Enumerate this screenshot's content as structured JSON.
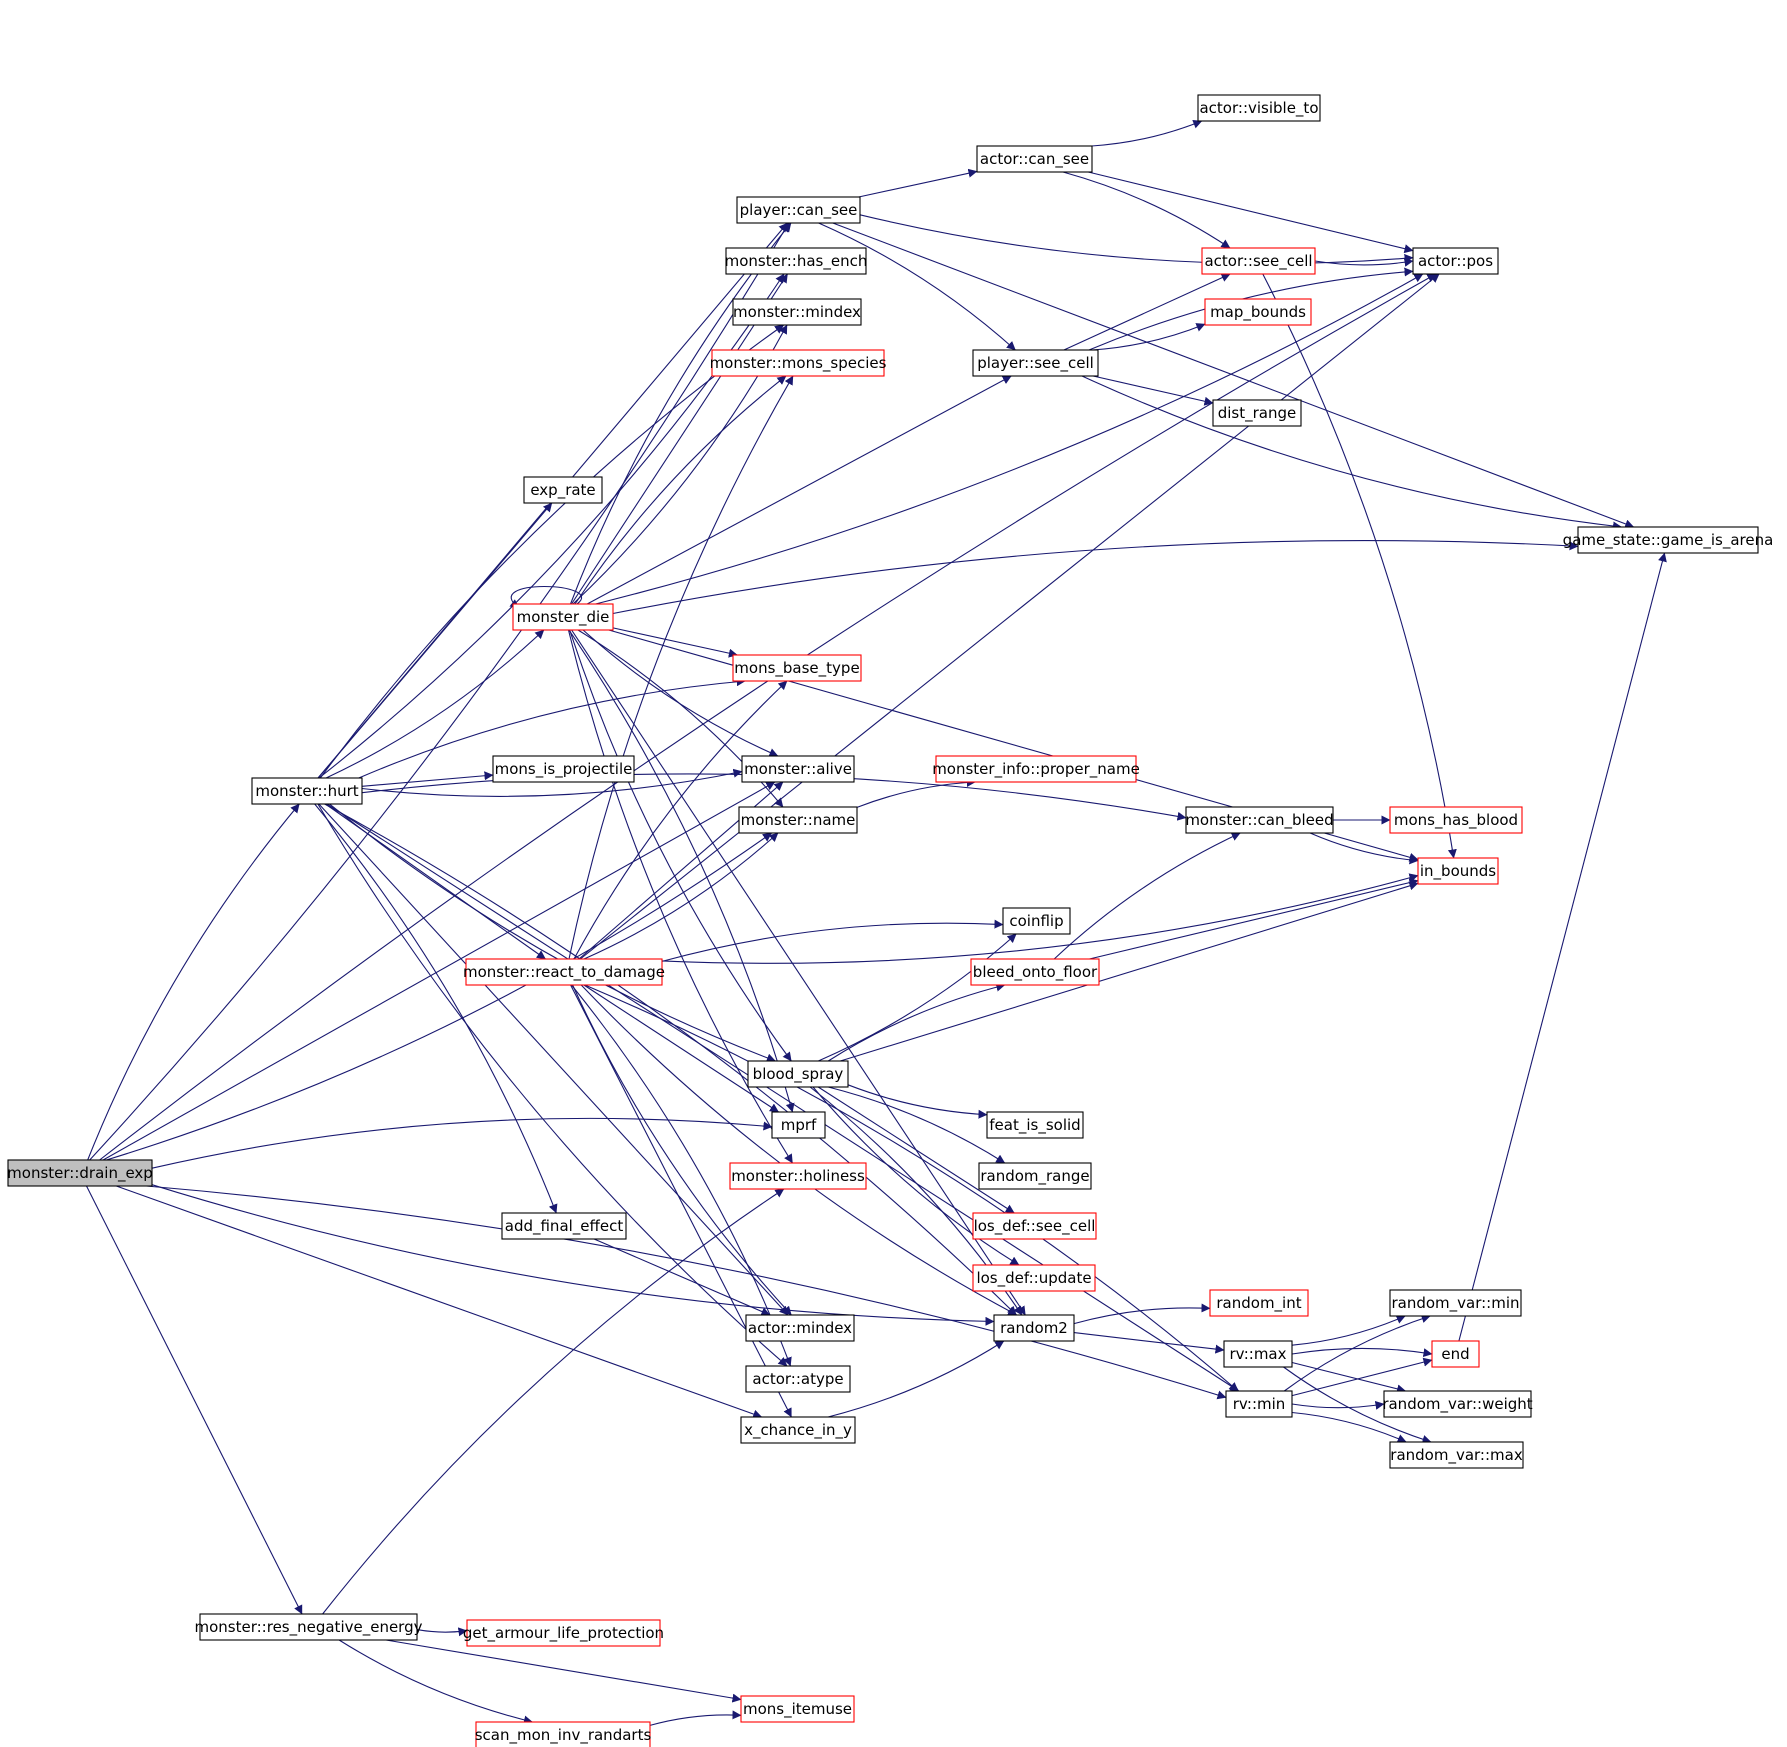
{
  "colors": {
    "edge": "#191970",
    "node_border": "#000000",
    "node_border_truncated": "#ff0000",
    "root_fill": "#bfbfbf"
  },
  "nodes": [
    {
      "id": "drain_exp",
      "label": "monster::drain_exp",
      "style": "root"
    },
    {
      "id": "hurt",
      "label": "monster::hurt",
      "style": "black"
    },
    {
      "id": "res_neg",
      "label": "monster::res_negative_energy",
      "style": "black"
    },
    {
      "id": "player_can_see",
      "label": "player::can_see",
      "style": "black"
    },
    {
      "id": "actor_can_see",
      "label": "actor::can_see",
      "style": "black"
    },
    {
      "id": "actor_visible_to",
      "label": "actor::visible_to",
      "style": "black"
    },
    {
      "id": "actor_see_cell",
      "label": "actor::see_cell",
      "style": "red"
    },
    {
      "id": "actor_pos",
      "label": "actor::pos",
      "style": "black"
    },
    {
      "id": "has_ench",
      "label": "monster::has_ench",
      "style": "black"
    },
    {
      "id": "mon_mindex",
      "label": "monster::mindex",
      "style": "black"
    },
    {
      "id": "map_bounds",
      "label": "map_bounds",
      "style": "red"
    },
    {
      "id": "mons_species",
      "label": "monster::mons_species",
      "style": "red"
    },
    {
      "id": "player_see_cell",
      "label": "player::see_cell",
      "style": "black"
    },
    {
      "id": "dist_range",
      "label": "dist_range",
      "style": "black"
    },
    {
      "id": "exp_rate",
      "label": "exp_rate",
      "style": "black"
    },
    {
      "id": "game_is_arena",
      "label": "game_state::game_is_arena",
      "style": "black"
    },
    {
      "id": "monster_die",
      "label": "monster_die",
      "style": "red"
    },
    {
      "id": "mons_base_type",
      "label": "mons_base_type",
      "style": "red"
    },
    {
      "id": "mons_is_projectile",
      "label": "mons_is_projectile",
      "style": "black"
    },
    {
      "id": "mon_alive",
      "label": "monster::alive",
      "style": "black"
    },
    {
      "id": "proper_name",
      "label": "monster_info::proper_name",
      "style": "red"
    },
    {
      "id": "mon_name",
      "label": "monster::name",
      "style": "black"
    },
    {
      "id": "can_bleed",
      "label": "monster::can_bleed",
      "style": "black"
    },
    {
      "id": "mons_has_blood",
      "label": "mons_has_blood",
      "style": "red"
    },
    {
      "id": "in_bounds",
      "label": "in_bounds",
      "style": "red"
    },
    {
      "id": "coinflip",
      "label": "coinflip",
      "style": "black"
    },
    {
      "id": "react_to_damage",
      "label": "monster::react_to_damage",
      "style": "red"
    },
    {
      "id": "bleed_onto_floor",
      "label": "bleed_onto_floor",
      "style": "red"
    },
    {
      "id": "blood_spray",
      "label": "blood_spray",
      "style": "black"
    },
    {
      "id": "feat_is_solid",
      "label": "feat_is_solid",
      "style": "black"
    },
    {
      "id": "mprf",
      "label": "mprf",
      "style": "black"
    },
    {
      "id": "random_range",
      "label": "random_range",
      "style": "black"
    },
    {
      "id": "holiness",
      "label": "monster::holiness",
      "style": "red"
    },
    {
      "id": "add_final_effect",
      "label": "add_final_effect",
      "style": "black"
    },
    {
      "id": "los_see_cell",
      "label": "los_def::see_cell",
      "style": "red"
    },
    {
      "id": "los_update",
      "label": "los_def::update",
      "style": "red"
    },
    {
      "id": "random_int",
      "label": "random_int",
      "style": "red"
    },
    {
      "id": "rv_var_min",
      "label": "random_var::min",
      "style": "black"
    },
    {
      "id": "actor_mindex",
      "label": "actor::mindex",
      "style": "black"
    },
    {
      "id": "random2",
      "label": "random2",
      "style": "black"
    },
    {
      "id": "rv_max",
      "label": "rv::max",
      "style": "black"
    },
    {
      "id": "end",
      "label": "end",
      "style": "red"
    },
    {
      "id": "actor_atype",
      "label": "actor::atype",
      "style": "black"
    },
    {
      "id": "rv_min",
      "label": "rv::min",
      "style": "black"
    },
    {
      "id": "rv_var_weight",
      "label": "random_var::weight",
      "style": "black"
    },
    {
      "id": "x_chance_in_y",
      "label": "x_chance_in_y",
      "style": "black"
    },
    {
      "id": "rv_var_max",
      "label": "random_var::max",
      "style": "black"
    },
    {
      "id": "armour_life",
      "label": "get_armour_life_protection",
      "style": "red"
    },
    {
      "id": "mons_itemuse",
      "label": "mons_itemuse",
      "style": "red"
    },
    {
      "id": "scan_randarts",
      "label": "scan_mon_inv_randarts",
      "style": "red"
    }
  ],
  "edges": [
    [
      "drain_exp",
      "hurt"
    ],
    [
      "drain_exp",
      "res_neg"
    ],
    [
      "drain_exp",
      "player_can_see"
    ],
    [
      "drain_exp",
      "actor_pos"
    ],
    [
      "drain_exp",
      "mon_alive"
    ],
    [
      "drain_exp",
      "mon_name"
    ],
    [
      "drain_exp",
      "mprf"
    ],
    [
      "drain_exp",
      "x_chance_in_y"
    ],
    [
      "drain_exp",
      "random2"
    ],
    [
      "drain_exp",
      "rv_min"
    ],
    [
      "hurt",
      "player_can_see"
    ],
    [
      "hurt",
      "has_ench"
    ],
    [
      "hurt",
      "mon_mindex"
    ],
    [
      "hurt",
      "exp_rate"
    ],
    [
      "hurt",
      "monster_die"
    ],
    [
      "hurt",
      "mons_base_type"
    ],
    [
      "hurt",
      "mons_is_projectile"
    ],
    [
      "hurt",
      "mon_alive"
    ],
    [
      "hurt",
      "can_bleed"
    ],
    [
      "hurt",
      "react_to_damage"
    ],
    [
      "hurt",
      "blood_spray"
    ],
    [
      "hurt",
      "add_final_effect"
    ],
    [
      "hurt",
      "actor_mindex"
    ],
    [
      "hurt",
      "actor_atype"
    ],
    [
      "hurt",
      "random2"
    ],
    [
      "hurt",
      "rv_min"
    ],
    [
      "monster_die",
      "monster_die"
    ],
    [
      "monster_die",
      "player_can_see"
    ],
    [
      "monster_die",
      "has_ench"
    ],
    [
      "monster_die",
      "mon_mindex"
    ],
    [
      "monster_die",
      "mons_species"
    ],
    [
      "monster_die",
      "player_see_cell"
    ],
    [
      "monster_die",
      "actor_pos"
    ],
    [
      "monster_die",
      "game_is_arena"
    ],
    [
      "monster_die",
      "mons_base_type"
    ],
    [
      "monster_die",
      "mon_alive"
    ],
    [
      "monster_die",
      "mon_name"
    ],
    [
      "monster_die",
      "in_bounds"
    ],
    [
      "monster_die",
      "blood_spray"
    ],
    [
      "monster_die",
      "mprf"
    ],
    [
      "monster_die",
      "random2"
    ],
    [
      "monster_die",
      "holiness"
    ],
    [
      "react_to_damage",
      "mons_base_type"
    ],
    [
      "react_to_damage",
      "mon_alive"
    ],
    [
      "react_to_damage",
      "mon_name"
    ],
    [
      "react_to_damage",
      "mons_species"
    ],
    [
      "react_to_damage",
      "actor_pos"
    ],
    [
      "react_to_damage",
      "in_bounds"
    ],
    [
      "react_to_damage",
      "coinflip"
    ],
    [
      "react_to_damage",
      "mprf"
    ],
    [
      "react_to_damage",
      "actor_mindex"
    ],
    [
      "react_to_damage",
      "actor_atype"
    ],
    [
      "react_to_damage",
      "x_chance_in_y"
    ],
    [
      "react_to_damage",
      "random2"
    ],
    [
      "react_to_damage",
      "rv_min"
    ],
    [
      "player_can_see",
      "actor_can_see"
    ],
    [
      "player_can_see",
      "actor_pos"
    ],
    [
      "player_can_see",
      "player_see_cell"
    ],
    [
      "player_can_see",
      "game_is_arena"
    ],
    [
      "actor_can_see",
      "actor_visible_to"
    ],
    [
      "actor_can_see",
      "actor_see_cell"
    ],
    [
      "actor_can_see",
      "actor_pos"
    ],
    [
      "actor_see_cell",
      "actor_pos"
    ],
    [
      "actor_see_cell",
      "in_bounds"
    ],
    [
      "player_see_cell",
      "actor_see_cell"
    ],
    [
      "player_see_cell",
      "map_bounds"
    ],
    [
      "player_see_cell",
      "actor_pos"
    ],
    [
      "player_see_cell",
      "dist_range"
    ],
    [
      "player_see_cell",
      "game_is_arena"
    ],
    [
      "mon_name",
      "proper_name"
    ],
    [
      "can_bleed",
      "mons_has_blood"
    ],
    [
      "can_bleed",
      "in_bounds"
    ],
    [
      "bleed_onto_floor",
      "can_bleed"
    ],
    [
      "bleed_onto_floor",
      "in_bounds"
    ],
    [
      "blood_spray",
      "coinflip"
    ],
    [
      "blood_spray",
      "bleed_onto_floor"
    ],
    [
      "blood_spray",
      "in_bounds"
    ],
    [
      "blood_spray",
      "feat_is_solid"
    ],
    [
      "blood_spray",
      "random_range"
    ],
    [
      "blood_spray",
      "los_see_cell"
    ],
    [
      "blood_spray",
      "los_update"
    ],
    [
      "blood_spray",
      "random2"
    ],
    [
      "add_final_effect",
      "actor_mindex"
    ],
    [
      "x_chance_in_y",
      "random2"
    ],
    [
      "random2",
      "random_int"
    ],
    [
      "random2",
      "rv_max"
    ],
    [
      "rv_max",
      "rv_var_min"
    ],
    [
      "rv_max",
      "end"
    ],
    [
      "rv_max",
      "rv_var_weight"
    ],
    [
      "rv_max",
      "rv_var_max"
    ],
    [
      "rv_min",
      "rv_var_min"
    ],
    [
      "rv_min",
      "end"
    ],
    [
      "rv_min",
      "rv_var_weight"
    ],
    [
      "rv_min",
      "rv_var_max"
    ],
    [
      "end",
      "game_is_arena"
    ],
    [
      "res_neg",
      "armour_life"
    ],
    [
      "res_neg",
      "holiness"
    ],
    [
      "res_neg",
      "mons_itemuse"
    ],
    [
      "res_neg",
      "scan_randarts"
    ],
    [
      "scan_randarts",
      "mons_itemuse"
    ]
  ]
}
